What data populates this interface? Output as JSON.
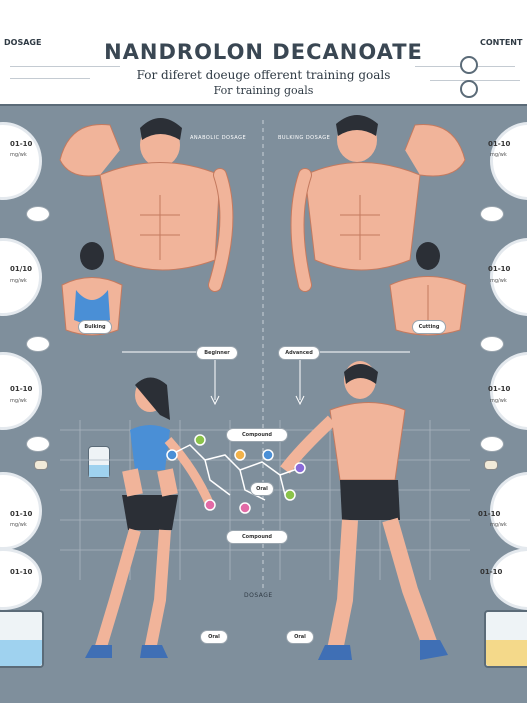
{
  "header": {
    "title": "NANDROLON DECANOATE",
    "subtitle_line1": "For diferet doeuge offerent training goals",
    "subtitle_line2": "For training goals",
    "left_tag": "DOSAGE",
    "right_tag": "CONTENT"
  },
  "left_circles": [
    {
      "value": "01-10",
      "sub": "mg/wk"
    },
    {
      "value": "01/10",
      "sub": "mg/wk"
    },
    {
      "value": "01-10",
      "sub": "mg/wk"
    },
    {
      "value": "01-10",
      "sub": "mg/wk"
    },
    {
      "value": "01-10",
      "sub": ""
    }
  ],
  "right_circles": [
    {
      "value": "01-10",
      "sub": "mg/wk"
    },
    {
      "value": "01-10",
      "sub": "mg/wk"
    },
    {
      "value": "01-10",
      "sub": "mg/wk"
    },
    {
      "value": "01-10",
      "sub": "mg/wk"
    },
    {
      "value": "01-10",
      "sub": ""
    }
  ],
  "figure_labels": {
    "left_top": "ANABOLIC DOSAGE",
    "right_top": "BULKING DOSAGE",
    "left_back": "Bulking",
    "right_back": "Cutting",
    "arrow_left": "Beginner",
    "arrow_right": "Advanced",
    "molecule_top": "Compound",
    "molecule_bottom": "Compound",
    "molecule_mid": "Oral",
    "axis_label": "DOSAGE",
    "bottom_left": "Oral",
    "bottom_right": "Oral"
  },
  "colors": {
    "panel": "#7f8f9c",
    "skin": "#f1b49a",
    "shorts": "#2b2f36",
    "accent_blue": "#4a8fd6"
  }
}
